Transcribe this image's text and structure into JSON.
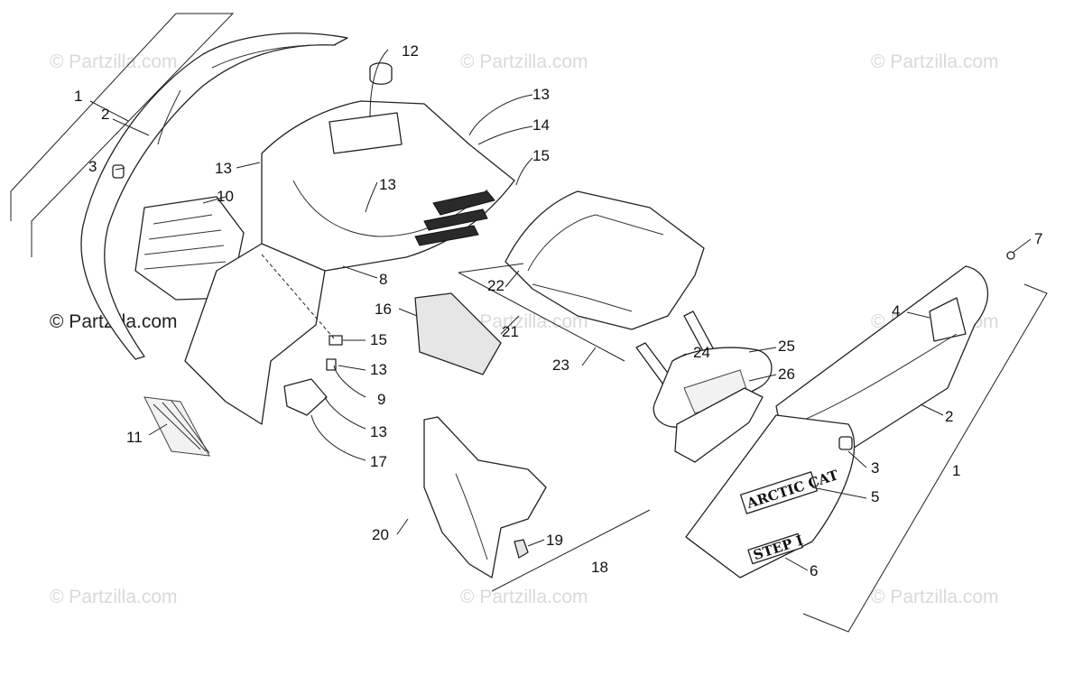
{
  "watermarks": [
    "© Partzilla.com",
    "© Partzilla.com",
    "© Partzilla.com",
    "© Partzilla.com",
    "© Partzilla.com",
    "© Partzilla.com",
    "© Partzilla.com",
    "© Partzilla.com",
    "© Partzilla.com"
  ],
  "callouts": [
    "1",
    "2",
    "3",
    "10",
    "12",
    "13",
    "13",
    "14",
    "15",
    "13",
    "8",
    "16",
    "21",
    "22",
    "15",
    "13",
    "9",
    "13",
    "17",
    "11",
    "23",
    "24",
    "25",
    "26",
    "20",
    "19",
    "18",
    "7",
    "4",
    "2",
    "1",
    "3",
    "5",
    "6"
  ],
  "decals": {
    "brand": "ARCTIC CAT",
    "model": "STEP I"
  },
  "icons": [
    "copyright-icon"
  ]
}
